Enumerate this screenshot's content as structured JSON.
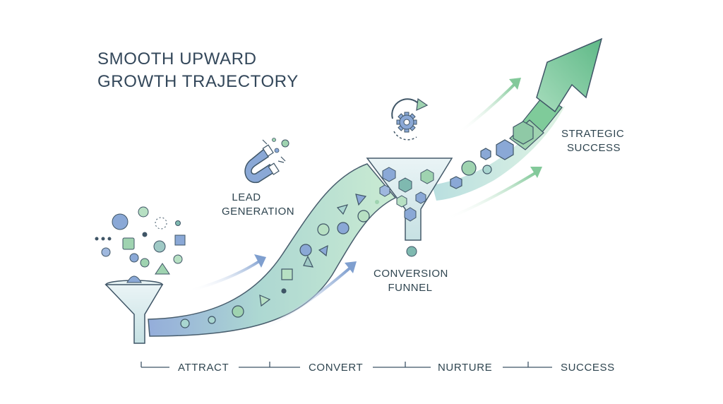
{
  "title": {
    "line1": "SMOOTH UPWARD",
    "line2": "GROWTH TRAJECTORY"
  },
  "annotations": {
    "lead_generation": [
      "LEAD",
      "GENERATION"
    ],
    "conversion_funnel": [
      "CONVERSION",
      "FUNNEL"
    ],
    "strategic_success": [
      "STRATEGIC",
      "SUCCESS"
    ]
  },
  "timeline": {
    "stages": [
      "ATTRACT",
      "CONVERT",
      "NURTURE",
      "SUCCESS"
    ]
  },
  "icons": [
    "magnet-icon",
    "gear-cycle-icon",
    "funnel-icon",
    "growth-arrow-icon"
  ],
  "colors": {
    "text": "#33475a",
    "blue": "#8aa8d6",
    "green": "#9fd3b0",
    "teal": "#7fb9b0",
    "outline": "#3f5566"
  }
}
